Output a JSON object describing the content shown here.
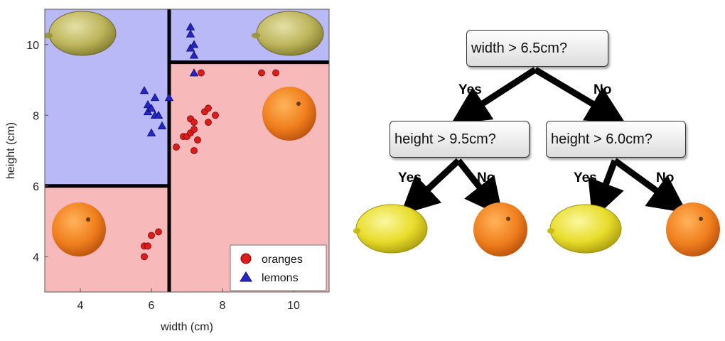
{
  "chart_data": {
    "type": "scatter",
    "xlabel": "width (cm)",
    "ylabel": "height (cm)",
    "xlim": [
      3,
      11
    ],
    "ylim": [
      3,
      11
    ],
    "xticks": [
      4,
      6,
      8,
      10
    ],
    "yticks": [
      4,
      6,
      8,
      10
    ],
    "grid": false,
    "legend_position": "bottom-right",
    "series": [
      {
        "name": "oranges",
        "marker": "circle",
        "color": "#dd1c1c",
        "points": [
          [
            5.8,
            4.0
          ],
          [
            5.8,
            4.3
          ],
          [
            5.9,
            4.3
          ],
          [
            6.0,
            4.6
          ],
          [
            6.2,
            4.7
          ],
          [
            6.7,
            7.1
          ],
          [
            6.9,
            7.4
          ],
          [
            7.0,
            7.4
          ],
          [
            7.1,
            7.5
          ],
          [
            7.1,
            7.9
          ],
          [
            7.2,
            7.0
          ],
          [
            7.2,
            7.6
          ],
          [
            7.2,
            7.8
          ],
          [
            7.3,
            7.3
          ],
          [
            7.4,
            9.2
          ],
          [
            7.5,
            8.1
          ],
          [
            7.6,
            7.8
          ],
          [
            7.6,
            8.2
          ],
          [
            7.8,
            8.0
          ],
          [
            9.1,
            9.2
          ],
          [
            9.5,
            9.2
          ]
        ]
      },
      {
        "name": "lemons",
        "marker": "triangle",
        "color": "#2626c7",
        "points": [
          [
            5.8,
            8.7
          ],
          [
            5.9,
            8.1
          ],
          [
            5.9,
            8.3
          ],
          [
            6.0,
            8.2
          ],
          [
            6.0,
            7.5
          ],
          [
            6.1,
            8.5
          ],
          [
            6.1,
            8.0
          ],
          [
            6.2,
            8.0
          ],
          [
            6.3,
            7.7
          ],
          [
            6.5,
            8.5
          ],
          [
            7.1,
            10.5
          ],
          [
            7.1,
            10.3
          ],
          [
            7.1,
            9.9
          ],
          [
            7.2,
            10.0
          ],
          [
            7.2,
            9.7
          ],
          [
            7.2,
            9.2
          ]
        ]
      }
    ],
    "regions": [
      {
        "class": "lemons",
        "xmin": 3,
        "xmax": 6.5,
        "ymin": 6.0,
        "ymax": 11,
        "color": "#b9b9f7"
      },
      {
        "class": "oranges",
        "xmin": 3,
        "xmax": 6.5,
        "ymin": 3,
        "ymax": 6.0,
        "color": "#f7b9b9"
      },
      {
        "class": "lemons",
        "xmin": 6.5,
        "xmax": 11,
        "ymin": 9.5,
        "ymax": 11,
        "color": "#b9b9f7"
      },
      {
        "class": "oranges",
        "xmin": 6.5,
        "xmax": 11,
        "ymin": 3,
        "ymax": 9.5,
        "color": "#f7b9b9"
      }
    ],
    "boundaries": [
      {
        "axis": "x",
        "at": 6.5,
        "from": 3,
        "to": 11
      },
      {
        "axis": "y",
        "at": 6.0,
        "from": 3,
        "to": 6.5
      },
      {
        "axis": "y",
        "at": 9.5,
        "from": 6.5,
        "to": 11
      }
    ]
  },
  "tree": {
    "root": {
      "label": "width > 6.5cm?"
    },
    "left": {
      "label": "height > 9.5cm?"
    },
    "right": {
      "label": "height > 6.0cm?"
    },
    "edges": {
      "yes": "Yes",
      "no": "No"
    },
    "leaves": [
      "lemon",
      "orange",
      "lemon",
      "orange"
    ]
  },
  "colors": {
    "orange_fill": "#f28c28",
    "lemon_fill": "#f0e21e",
    "boundary": "#000000"
  }
}
